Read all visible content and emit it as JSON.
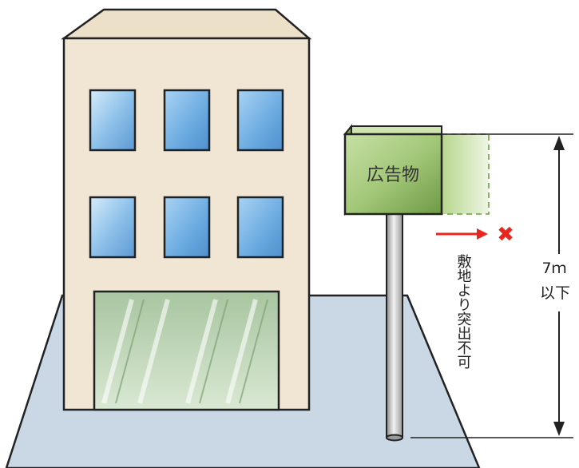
{
  "diagram": {
    "sign_label": "広告物",
    "setback_note": "敷地より突出不可",
    "height_value": "7ｍ",
    "height_qualifier": "以下",
    "prohibited_mark": "✖",
    "colors": {
      "ground": "#c9d8e4",
      "building": "#f1e6d3",
      "sign_green": "#9cc06a",
      "arrow_red": "#e8261e"
    }
  }
}
